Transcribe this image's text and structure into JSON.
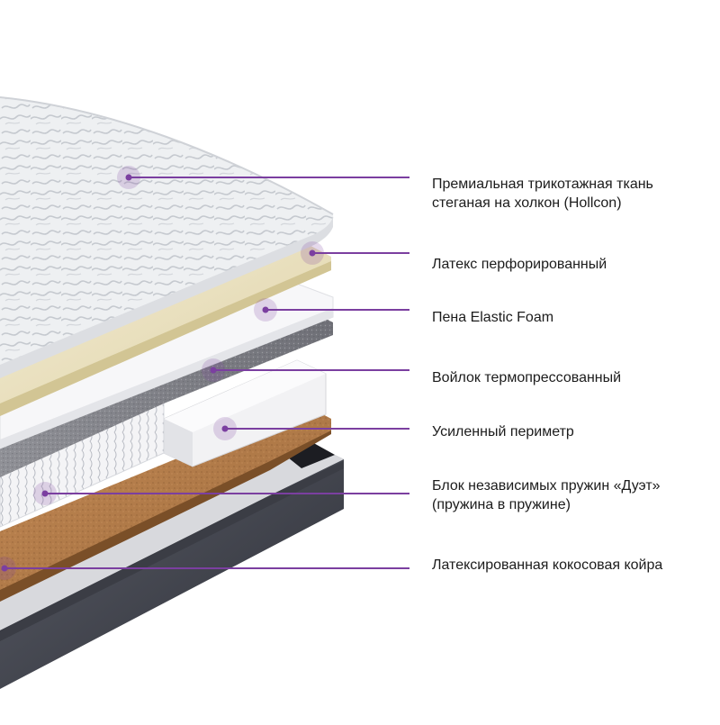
{
  "diagram": {
    "accent_color": "#7b3fa0",
    "layers": [
      {
        "id": "cover",
        "lines": [
          "Премиальная трикотажная ткань",
          "стеганая на холкон (Hollcon)"
        ]
      },
      {
        "id": "latex",
        "lines": [
          "Латекс перфорированный"
        ]
      },
      {
        "id": "elastic-foam",
        "lines": [
          "Пена Elastic Foam"
        ]
      },
      {
        "id": "felt",
        "lines": [
          "Войлок термопрессованный"
        ]
      },
      {
        "id": "perimeter",
        "lines": [
          "Усиленный периметр"
        ]
      },
      {
        "id": "spring-block",
        "lines": [
          "Блок независимых пружин «Дуэт»",
          "(пружина в пружине)"
        ]
      },
      {
        "id": "coir",
        "lines": [
          "Латексированная кокосовая койра"
        ]
      }
    ]
  }
}
